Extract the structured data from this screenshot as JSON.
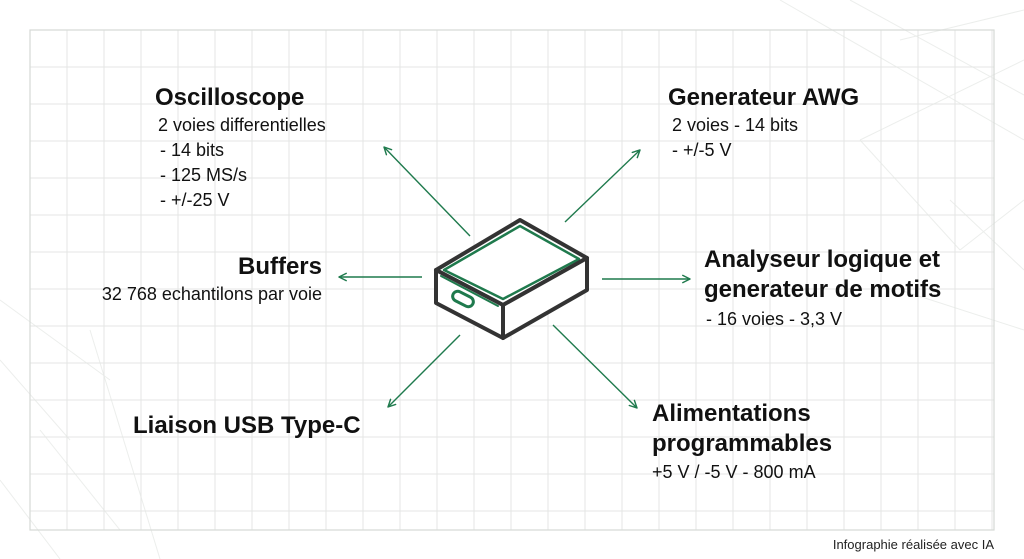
{
  "colors": {
    "accent": "#1f7a4d",
    "device_outline": "#333333",
    "grid": "#e4e6e4",
    "text": "#111111"
  },
  "device": {
    "icon": "usb-device-box-icon"
  },
  "oscilloscope": {
    "title": "Oscilloscope",
    "lines": [
      "2 voies differentielles",
      "- 14 bits",
      "- 125 MS/s",
      "- +/-25 V"
    ]
  },
  "awg": {
    "title": "Generateur AWG",
    "lines": [
      "2 voies - 14 bits",
      "- +/-5 V"
    ]
  },
  "buffers": {
    "title": "Buffers",
    "lines": [
      "32 768 echantilons par voie"
    ]
  },
  "logic": {
    "title_lines": [
      "Analyseur logique et",
      "generateur de motifs"
    ],
    "lines": [
      "- 16 voies - 3,3 V"
    ]
  },
  "usb": {
    "title": "Liaison USB Type-C"
  },
  "power": {
    "title_lines": [
      "Alimentations",
      "programmables"
    ],
    "lines": [
      "+5 V / -5 V - 800 mA"
    ]
  },
  "footer": {
    "credit": "Infographie réalisée avec IA"
  }
}
